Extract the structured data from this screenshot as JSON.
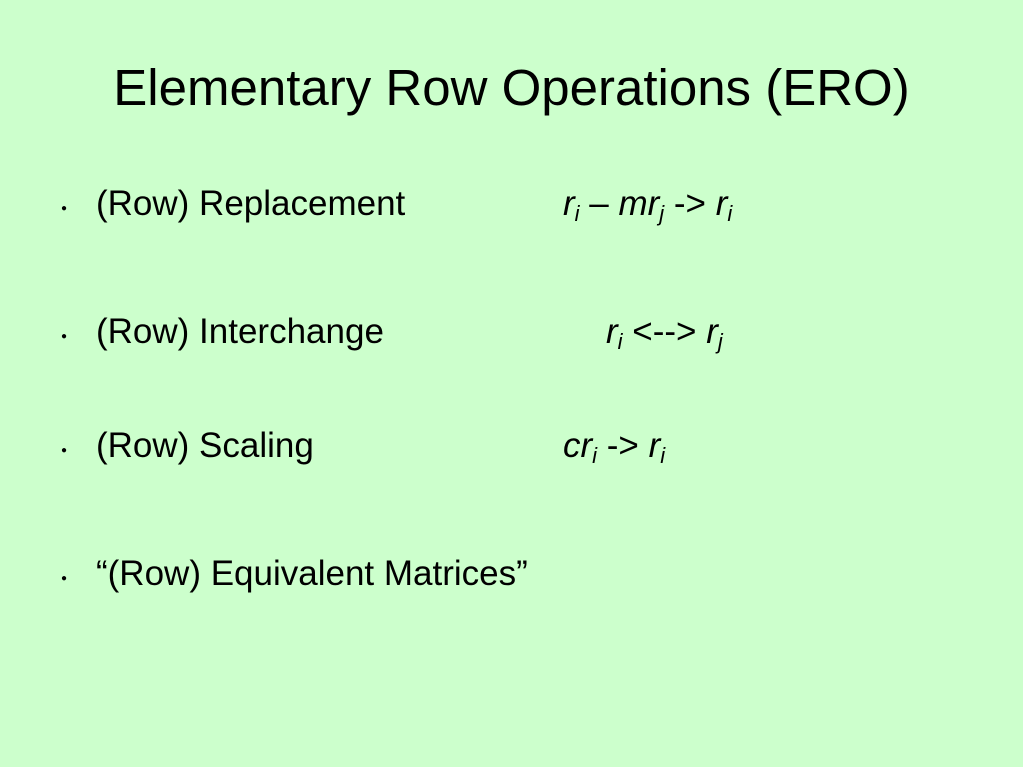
{
  "title": "Elementary Row Operations (ERO)",
  "bullet_symbol": "●",
  "items": [
    {
      "label": "(Row) Replacement",
      "formula": [
        {
          "t": "r",
          "sub": "i"
        },
        {
          "t": " – "
        },
        {
          "t": "mr",
          "sub": "j"
        },
        {
          "t": " -> "
        },
        {
          "t": "r",
          "sub": "i"
        }
      ]
    },
    {
      "label": "(Row) Interchange",
      "formula": [
        {
          "t": "r",
          "sub": "i"
        },
        {
          "t": " <--> "
        },
        {
          "t": "r",
          "sub": "j"
        }
      ]
    },
    {
      "label": "(Row) Scaling",
      "formula": [
        {
          "t": "cr",
          "sub": "i"
        },
        {
          "t": " -> "
        },
        {
          "t": "r",
          "sub": "i"
        }
      ]
    },
    {
      "label": "“(Row) Equivalent Matrices”"
    }
  ]
}
